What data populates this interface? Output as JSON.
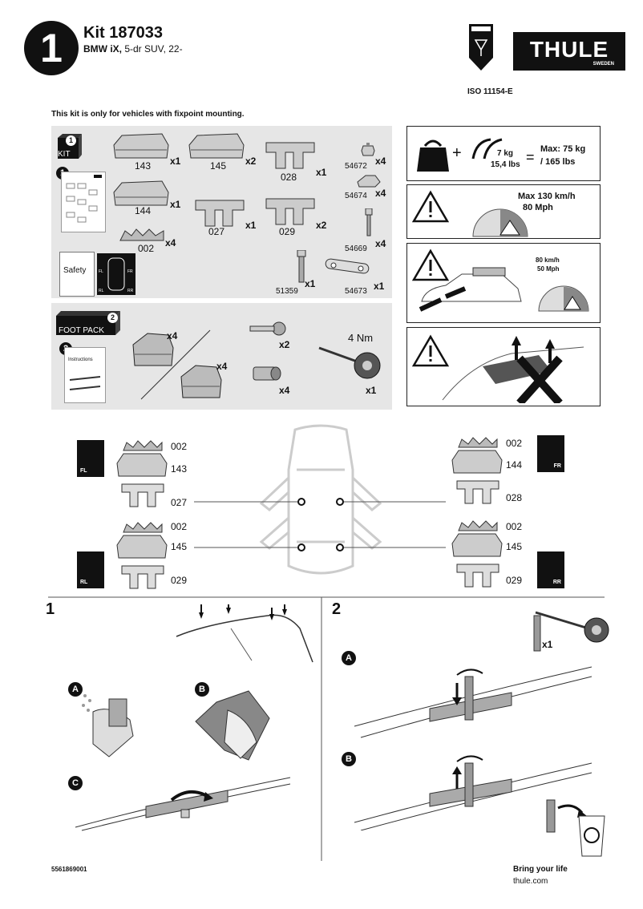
{
  "header": {
    "step_number": "1",
    "kit_title": "Kit 187033",
    "vehicle_bold": "BMW iX,",
    "vehicle_rest": " 5-dr SUV, 22-",
    "brand": "THULE",
    "brand_sub": "SWEDEN",
    "iso": "ISO 11154-E"
  },
  "notice": "This kit is only for vehicles with fixpoint mounting.",
  "kit_panel": {
    "badge_number": "1",
    "badge_label": "KIT",
    "leaflet_number": "1",
    "safety_label": "Safety",
    "parts": [
      {
        "code": "143",
        "qty": "x1"
      },
      {
        "code": "145",
        "qty": "x2"
      },
      {
        "code": "028",
        "qty": "x1"
      },
      {
        "code": "54672",
        "qty": "x4"
      },
      {
        "code": "144",
        "qty": "x1"
      },
      {
        "code": "54674",
        "qty": "x4"
      },
      {
        "code": "027",
        "qty": "x1"
      },
      {
        "code": "029",
        "qty": "x2"
      },
      {
        "code": "002",
        "qty": "x4"
      },
      {
        "code": "54669",
        "qty": "x4"
      },
      {
        "code": "51359",
        "qty": "x1"
      },
      {
        "code": "54673",
        "qty": "x1"
      }
    ],
    "car_corners": [
      "FL",
      "FR",
      "RL",
      "RR"
    ]
  },
  "foot_panel": {
    "badge_number": "2",
    "badge_label": "FOOT PACK",
    "leaflet_number": "2",
    "leaflet_title": "Instructions",
    "qty_foot1": "x4",
    "qty_foot2": "x4",
    "qty_key": "x2",
    "qty_lock": "x4",
    "torque": "4 Nm",
    "qty_tool": "x1"
  },
  "warnings": {
    "load_weight": "7 kg",
    "load_weight_lbs": "15,4 lbs",
    "equals": "=",
    "max_load_1": "Max: 75 kg",
    "max_load_2": "/ 165 lbs",
    "speed_1": "Max  130 km/h",
    "speed_2": "80 Mph",
    "speed_small_1": "80 km/h",
    "speed_small_2": "50 Mph"
  },
  "mounting": {
    "front_left": [
      "002",
      "143",
      "027"
    ],
    "rear_left": [
      "002",
      "145",
      "029"
    ],
    "front_right": [
      "002",
      "144",
      "028"
    ],
    "rear_right": [
      "002",
      "145",
      "029"
    ],
    "corners": {
      "fl": "FL",
      "fr": "FR",
      "rl": "RL",
      "rr": "RR"
    }
  },
  "steps": {
    "step1": "1",
    "step2": "2",
    "letter_a": "A",
    "letter_b": "B",
    "letter_c": "C",
    "tool_qty": "x1"
  },
  "footer": {
    "code": "5561869001",
    "tagline": "Bring your life",
    "url": "thule.com"
  }
}
